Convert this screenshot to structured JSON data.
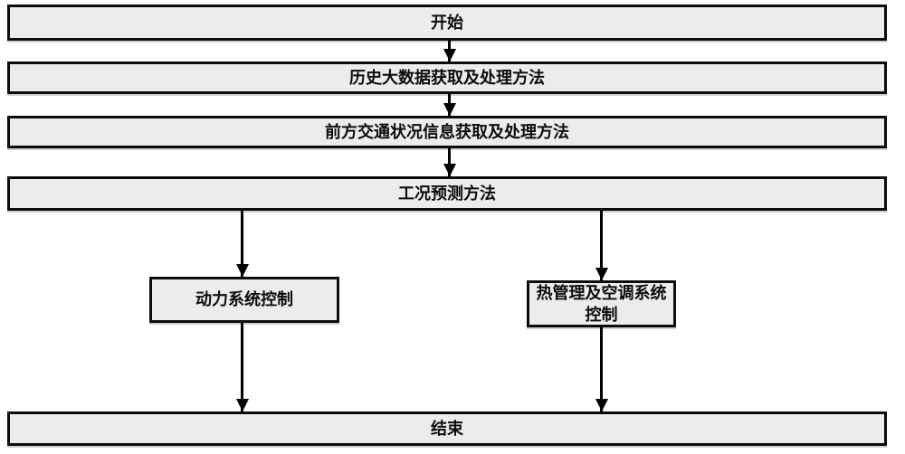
{
  "diagram": {
    "type": "flowchart",
    "language": "zh",
    "background_color": "#ffffff",
    "node_fill_color": "#ececec",
    "node_border_color": "#0c0c0c",
    "arrow_color": "#000000",
    "nodes": {
      "start": {
        "label": "开始"
      },
      "history": {
        "label": "历史大数据获取及处理方法"
      },
      "traffic": {
        "label": "前方交通状况信息获取及处理方法"
      },
      "prediction": {
        "label": "工况预测方法"
      },
      "power": {
        "label": "动力系统控制"
      },
      "thermal": {
        "label": "热管理及空调系统控制"
      },
      "end": {
        "label": "结束"
      }
    },
    "edges": [
      {
        "from": "开始",
        "to": "历史大数据获取及处理方法"
      },
      {
        "from": "历史大数据获取及处理方法",
        "to": "前方交通状况信息获取及处理方法"
      },
      {
        "from": "前方交通状况信息获取及处理方法",
        "to": "工况预测方法"
      },
      {
        "from": "工况预测方法",
        "to": "动力系统控制"
      },
      {
        "from": "工况预测方法",
        "to": "热管理及空调系统控制"
      },
      {
        "from": "动力系统控制",
        "to": "结束"
      },
      {
        "from": "热管理及空调系统控制",
        "to": "结束"
      }
    ]
  }
}
